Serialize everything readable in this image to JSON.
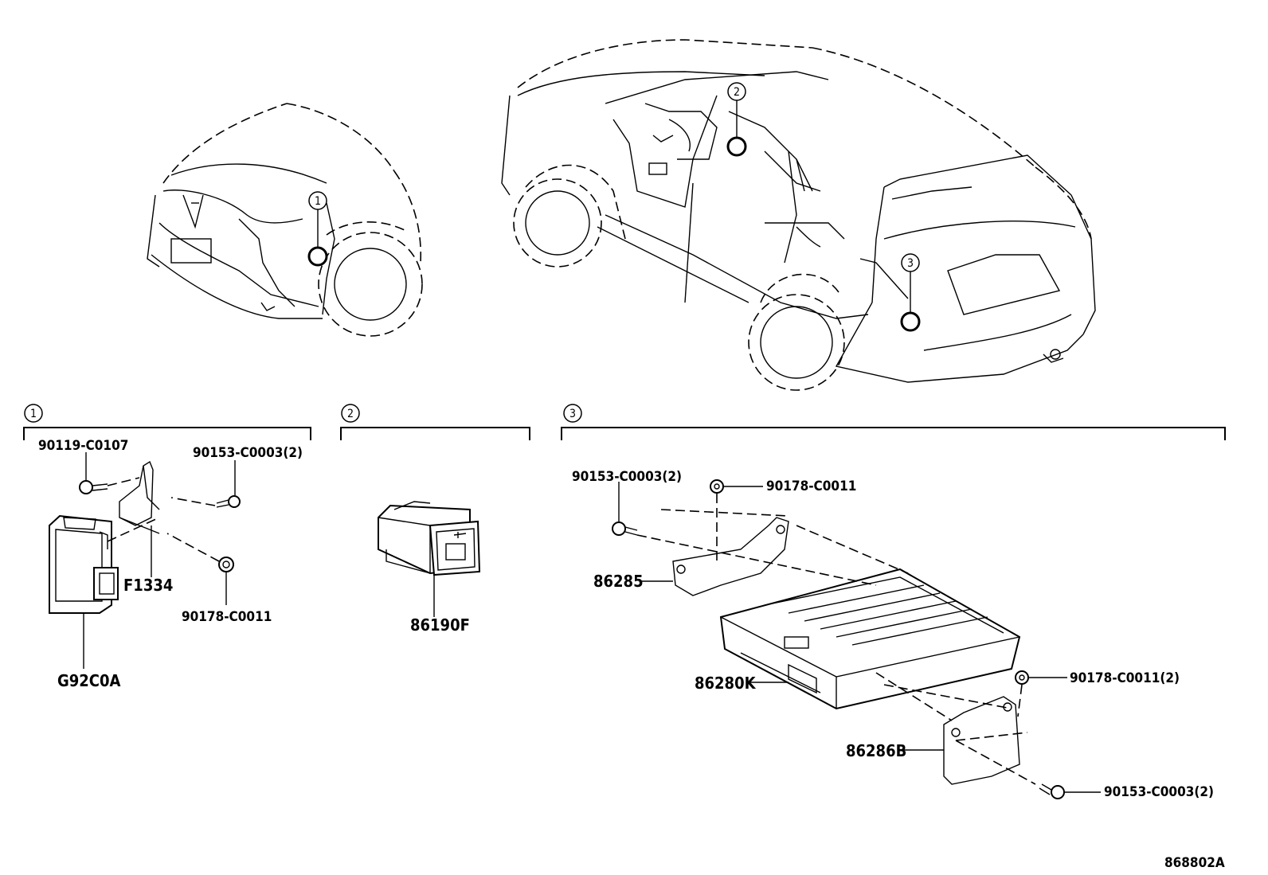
{
  "callouts": {
    "c1": "1",
    "c2": "2",
    "c3": "3"
  },
  "section1": {
    "marker": "1",
    "parts": {
      "bolt": "90119-C0107",
      "screw": "90153-C0003(2)",
      "nut": "90178-C0011",
      "bracket": "F1334",
      "module": "G92C0A"
    }
  },
  "section2": {
    "marker": "2",
    "parts": {
      "usb_port": "86190F"
    }
  },
  "section3": {
    "marker": "3",
    "parts": {
      "screw_top": "90153-C0003(2)",
      "nut_top": "90178-C0011",
      "bracket_upper": "86285",
      "amplifier": "86280K",
      "nut_right": "90178-C0011(2)",
      "bracket_lower": "86286B",
      "screw_bottom": "90153-C0003(2)"
    }
  },
  "diagram_id": "868802A"
}
